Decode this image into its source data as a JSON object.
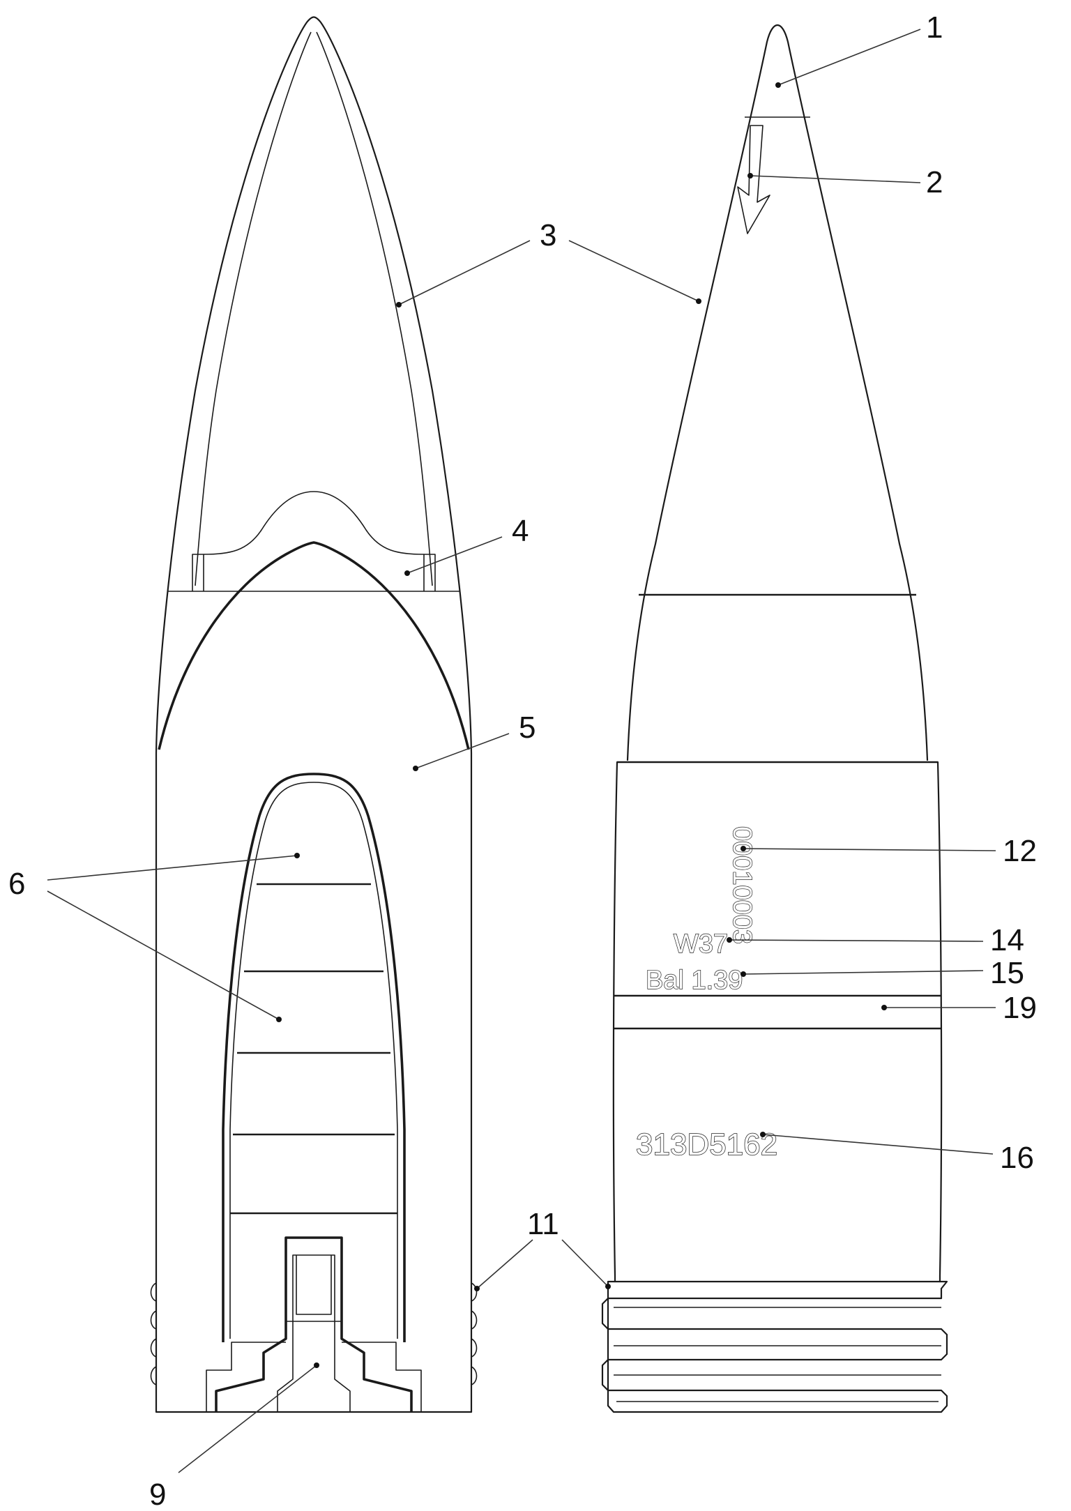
{
  "callouts": {
    "c1": "1",
    "c2": "2",
    "c3": "3",
    "c4": "4",
    "c5": "5",
    "c6": "6",
    "c9": "9",
    "c11": "11",
    "c12": "12",
    "c14": "14",
    "c15": "15",
    "c16": "16",
    "c19": "19"
  },
  "markings": {
    "vertical_code": "00010003",
    "weight_class": "W37",
    "ballistic": "Bal 1.39",
    "lot_number": "313D5162"
  },
  "colors": {
    "line": "#1a1a1a",
    "background": "#ffffff"
  },
  "icons": {
    "direction_arrow": "arrow-down-icon"
  }
}
